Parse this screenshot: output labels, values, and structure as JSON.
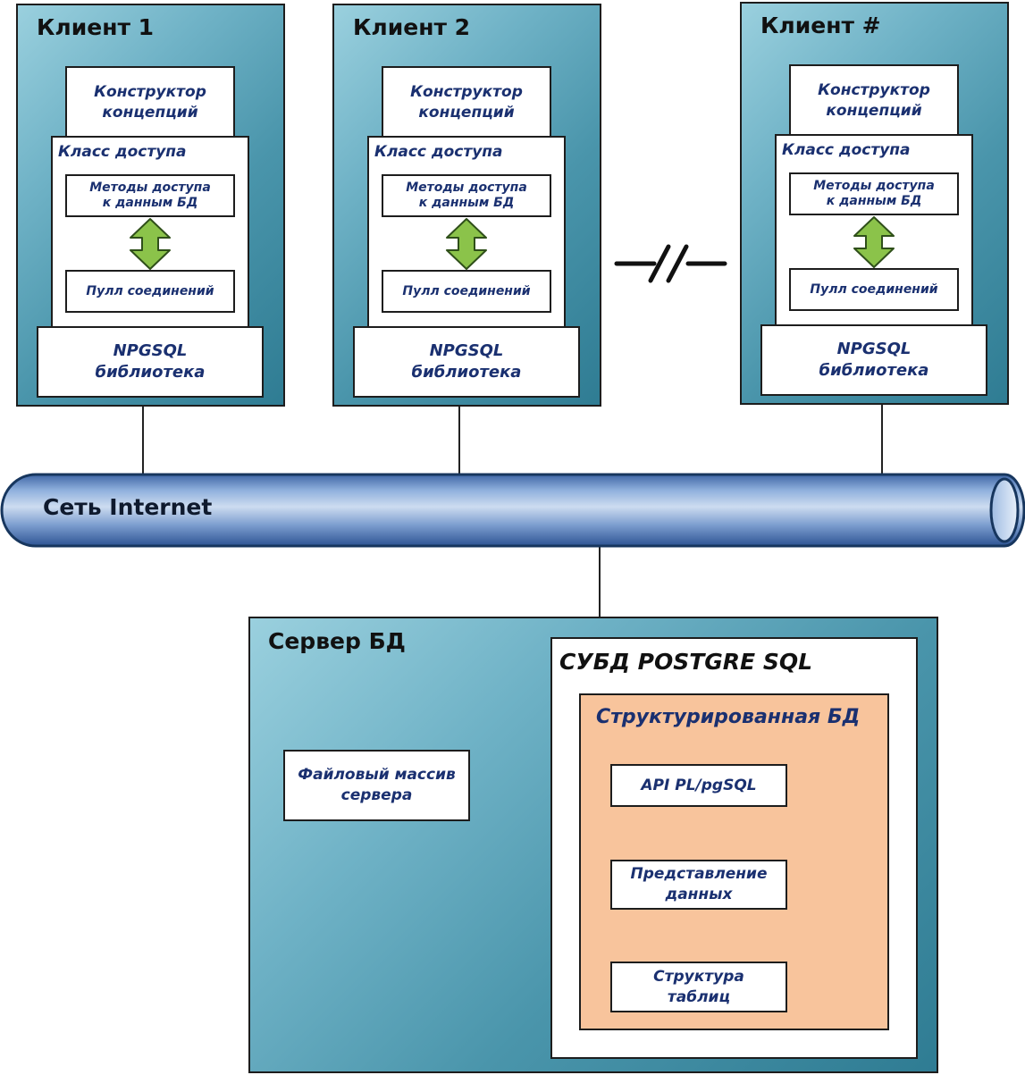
{
  "clients": [
    {
      "title": "Клиент 1",
      "constructor": [
        "Конструктор",
        "концепций"
      ],
      "access_class": "Класс доступа",
      "methods": [
        "Методы доступа",
        "к данным БД"
      ],
      "pool": "Пулл соединений",
      "library": [
        "NPGSQL",
        "библиотека"
      ]
    },
    {
      "title": "Клиент 2",
      "constructor": [
        "Конструктор",
        "концепций"
      ],
      "access_class": "Класс доступа",
      "methods": [
        "Методы доступа",
        "к данным БД"
      ],
      "pool": "Пулл соединений",
      "library": [
        "NPGSQL",
        "библиотека"
      ]
    },
    {
      "title": "Клиент #",
      "constructor": [
        "Конструктор",
        "концепций"
      ],
      "access_class": "Класс доступа",
      "methods": [
        "Методы доступа",
        "к данным БД"
      ],
      "pool": "Пулл соединений",
      "library": [
        "NPGSQL",
        "библиотека"
      ]
    }
  ],
  "network": {
    "label": "Сеть Internet"
  },
  "server": {
    "title": "Сервер БД",
    "file_array": [
      "Файловый массив",
      "сервера"
    ],
    "dbms": {
      "title": "СУБД POSTGRE SQL",
      "structured_db": {
        "title": "Структурированная БД",
        "api": "API PL/pgSQL",
        "view": [
          "Представление",
          "данных"
        ],
        "tables": [
          "Структура",
          "таблиц"
        ]
      }
    }
  },
  "colors": {
    "container_dark": "#2f7c93",
    "container_light": "#9ad0de",
    "text_blue": "#1a3070",
    "arrow_green": "#8bc34a",
    "structured_db_fill": "#f8c49c",
    "pipe_blue": "#5e88c2"
  }
}
